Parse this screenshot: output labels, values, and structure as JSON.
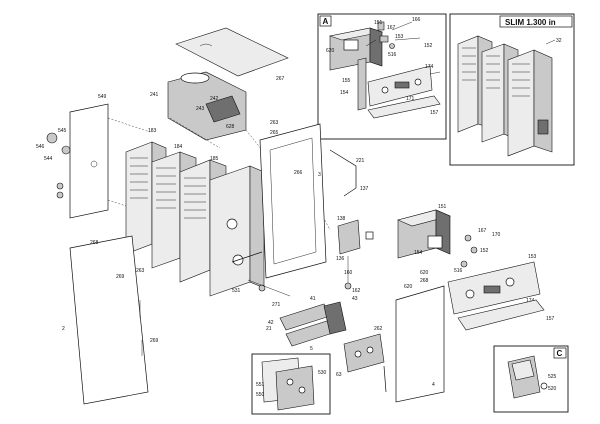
{
  "insets": {
    "a_label": "A",
    "slim_title": "SLIM 1.300 in",
    "c_label": "C"
  },
  "callouts": {
    "c151": "151",
    "c166": "166",
    "c167": "167",
    "c153": "153",
    "c152": "152",
    "c174": "174",
    "c171": "171",
    "c155": "155",
    "c154": "154",
    "c157": "157",
    "c516": "516",
    "c620": "620",
    "c32": "32",
    "c267": "267",
    "c241": "241",
    "c242": "242",
    "c243": "243",
    "c628": "628",
    "c549": "549",
    "c546": "546",
    "c545": "545",
    "c544": "544",
    "c183": "183",
    "c184": "184",
    "c185": "185",
    "c263": "263",
    "c265": "265",
    "c266": "266",
    "c221": "221",
    "c4": "4",
    "c3": "3",
    "c137": "137",
    "c138": "138",
    "c136": "136",
    "c160": "160",
    "c162": "162",
    "c2": "2",
    "c268": "268",
    "c269": "269",
    "c41": "41",
    "c42": "42",
    "c43": "43",
    "c262": "262",
    "c551": "551",
    "c550": "550",
    "c531": "531",
    "c525": "525",
    "c520": "520",
    "c63": "63",
    "c174b": "174",
    "c157b": "157",
    "c170": "170",
    "c271": "271",
    "c5": "5",
    "c530": "530",
    "c21": "21",
    "c620b": "620"
  }
}
